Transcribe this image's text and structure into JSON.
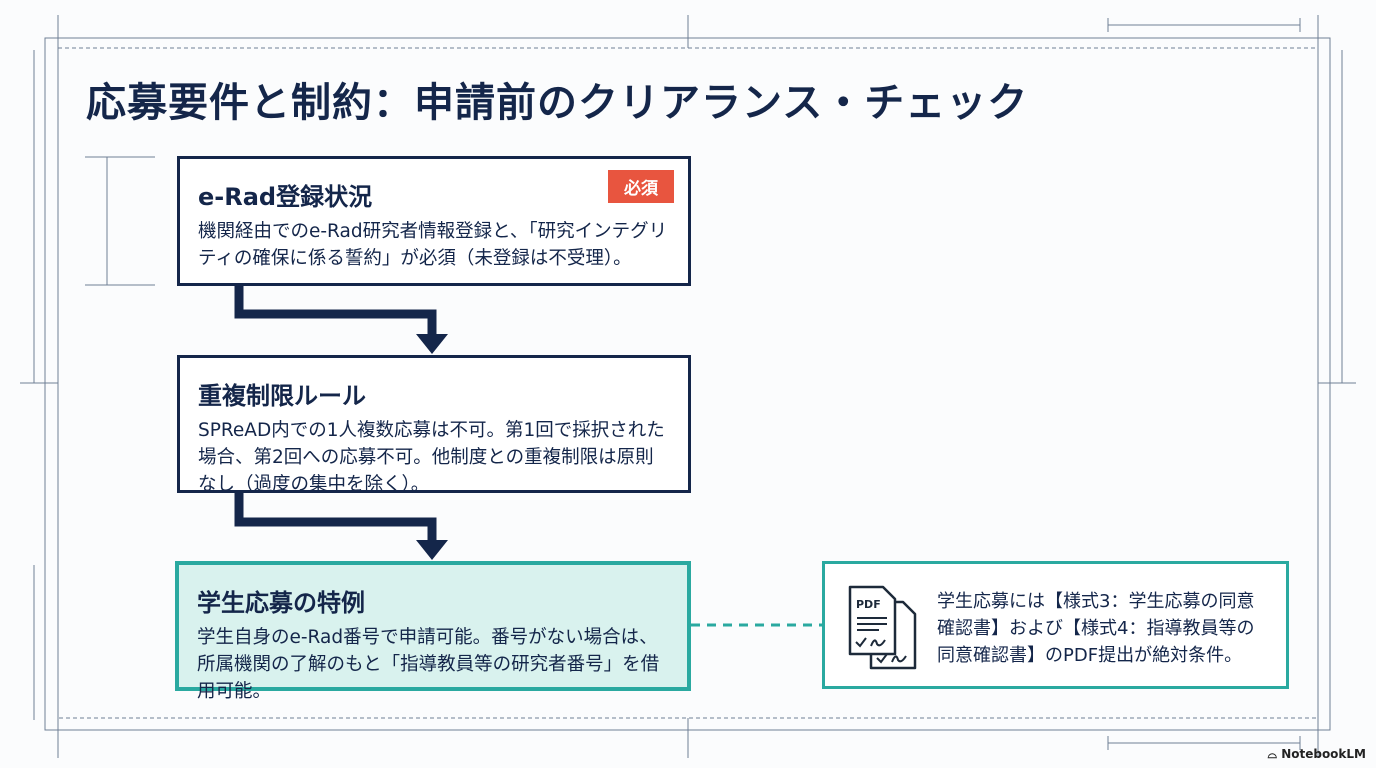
{
  "title": "応募要件と制約：申請前のクリアランス・チェック",
  "steps": [
    {
      "title": "e-Rad登録状況",
      "badge": "必須",
      "body": "機関経由でのe-Rad研究者情報登録と、「研究インテグリティの確保に係る誓約」が必須（未登録は不受理）。"
    },
    {
      "title": "重複制限ルール",
      "body": "SPReAD内での1人複数応募は不可。第1回で採択された場合、第2回への応募不可。他制度との重複制限は原則なし（過度の集中を除く）。"
    },
    {
      "title": "学生応募の特例",
      "body": "学生自身のe-Rad番号で申請可能。番号がない場合は、所属機関の了解のもと「指導教員等の研究者番号」を借用可能。"
    }
  ],
  "note": {
    "icon": "pdf-document-icon",
    "icon_label": "PDF",
    "text": "学生応募には【様式3：学生応募の同意確認書】および【様式4：指導教員等の同意確認書】のPDF提出が絶対条件。"
  },
  "watermark": "NotebookLM",
  "colors": {
    "navy": "#14264a",
    "teal": "#2aa9a0",
    "badge": "#e8553f"
  }
}
